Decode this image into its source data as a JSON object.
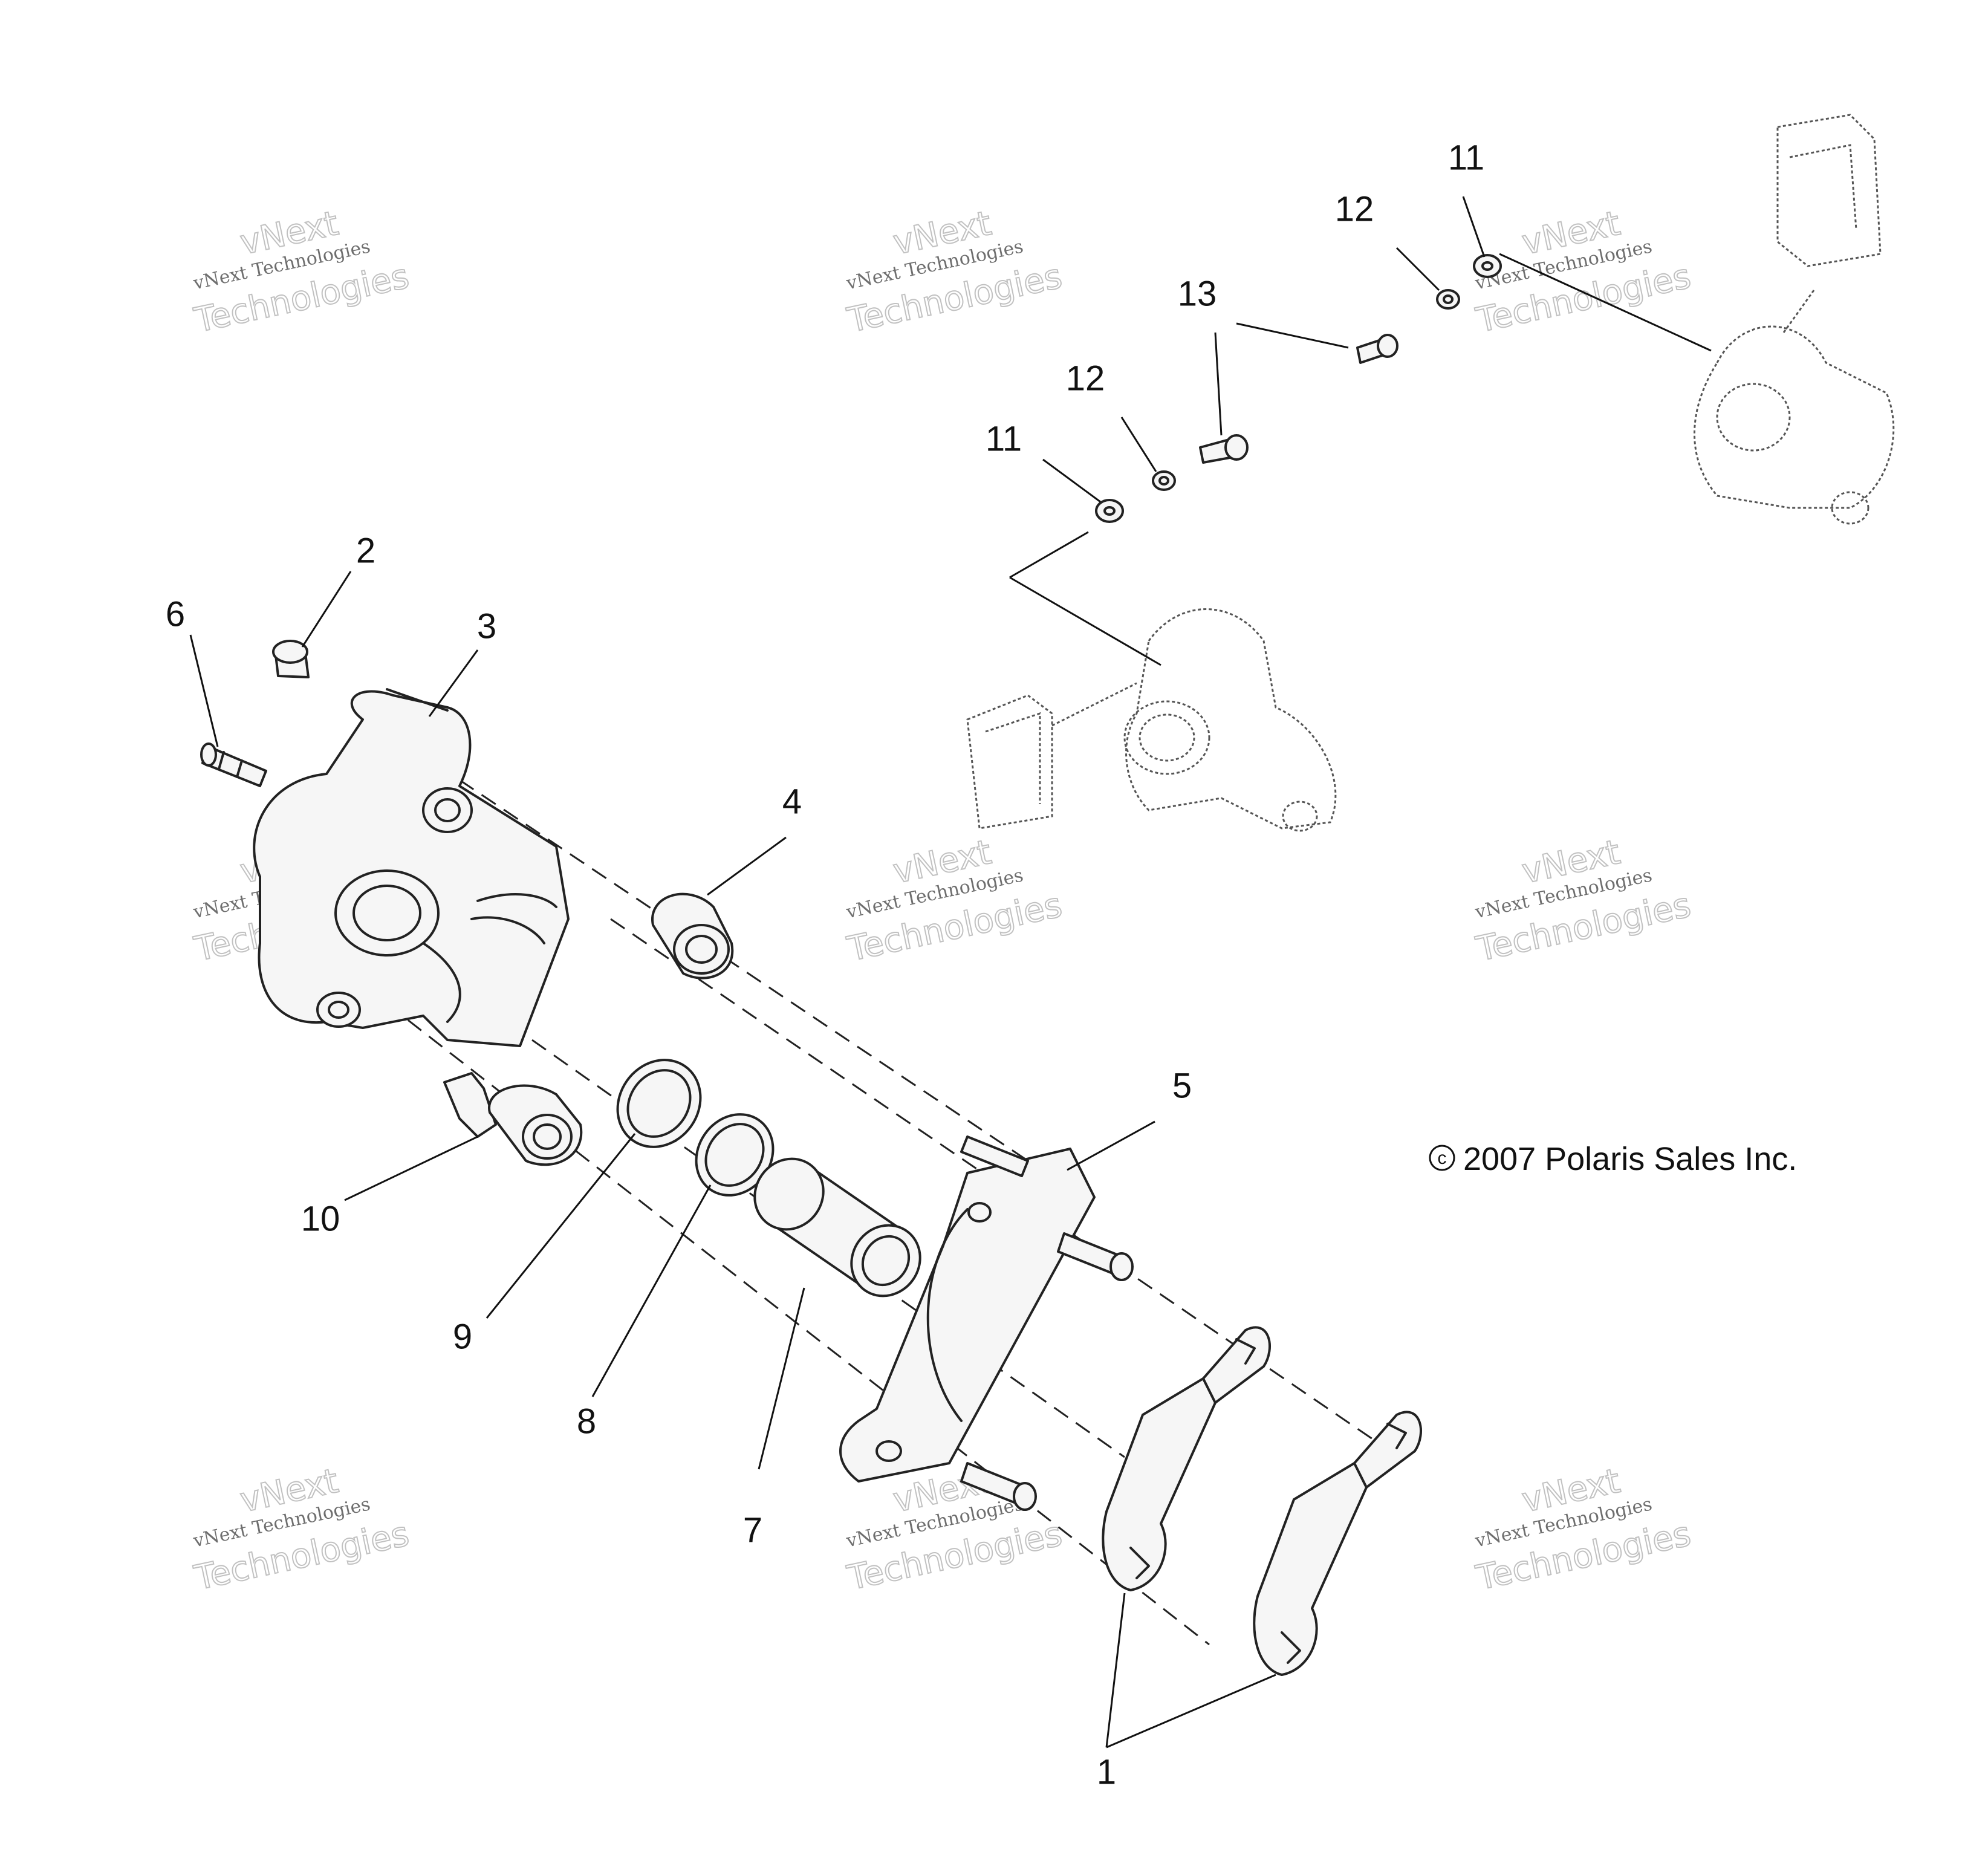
{
  "callouts": [
    "1",
    "2",
    "3",
    "4",
    "5",
    "6",
    "7",
    "8",
    "9",
    "10",
    "11",
    "12",
    "13"
  ],
  "copyright": "2007 Polaris Sales Inc.",
  "watermark": {
    "line1": "vNext Technologies",
    "line2": "Technologies",
    "overlay": "vNext"
  }
}
